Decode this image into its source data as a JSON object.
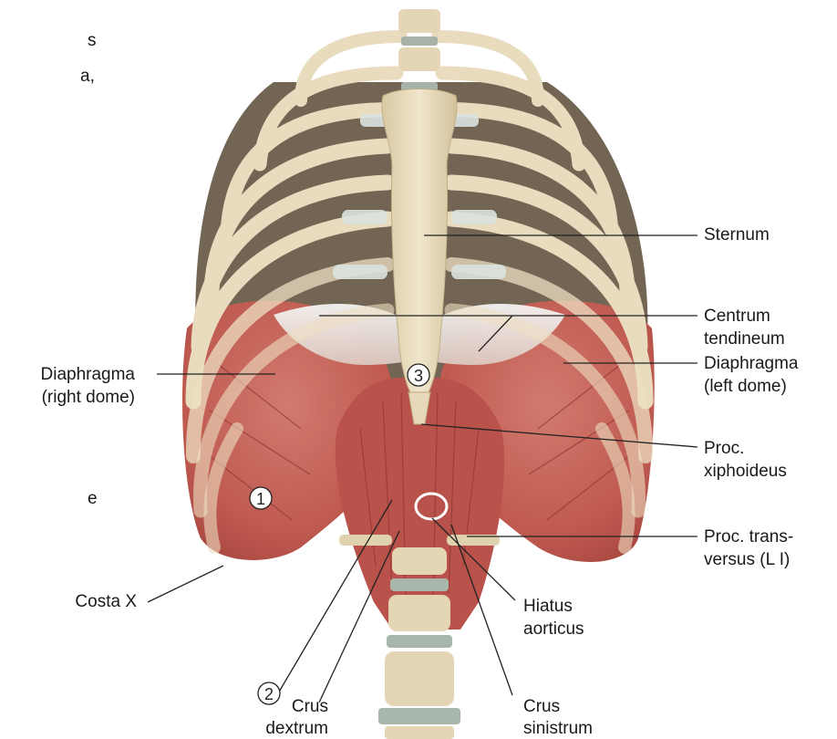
{
  "figure": {
    "edge_text": [
      "s",
      "a,",
      "e"
    ],
    "labels": {
      "sternum": "Sternum",
      "centrum_tendineum_1": "Centrum",
      "centrum_tendineum_2": "tendineum",
      "diaphragma_right_1": "Diaphragma",
      "diaphragma_right_2": "(right dome)",
      "diaphragma_left_1": "Diaphragma",
      "diaphragma_left_2": "(left dome)",
      "proc_xiphoideus_1": "Proc.",
      "proc_xiphoideus_2": "xiphoideus",
      "proc_transversus_1": "Proc. trans-",
      "proc_transversus_2": "versus (L I)",
      "costa_x": "Costa X",
      "hiatus_aorticus_1": "Hiatus",
      "hiatus_aorticus_2": "aorticus",
      "crus_dextrum_1": "Crus",
      "crus_dextrum_2": "dextrum",
      "crus_sinistrum_1": "Crus",
      "crus_sinistrum_2": "sinistrum"
    },
    "markers": {
      "one": "1",
      "two": "2",
      "three": "3"
    },
    "colors": {
      "bone": "#e8dcc0",
      "bone_edge": "#b9a57e",
      "cartilage": "#dfe6e2",
      "muscle": "#c8665c",
      "muscle_dark": "#9c3c36",
      "tendon": "#e9ecea",
      "rib_shadow": "#5a4630",
      "leader": "#222222"
    }
  }
}
